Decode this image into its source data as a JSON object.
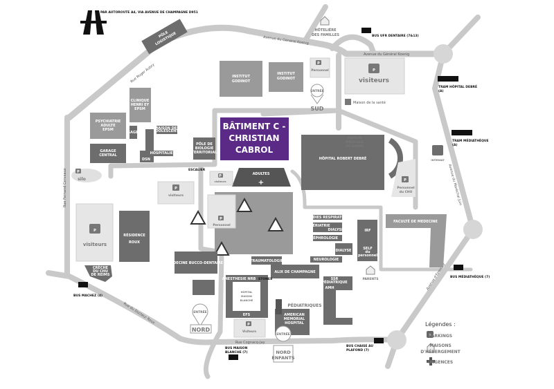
{
  "header": {
    "access_note": "PAR AUTOROUTE A4, VIA AVENUE DE CHAMPAGNE D951"
  },
  "streets": {
    "koenig_1": "Avenue du Général Koenig",
    "koenig_2": "Avenue du Général Koenig",
    "roger_aubry": "Rue Roger Aubry",
    "fernand": "Rue Fernand Cerveaux",
    "docteur_roux": "Rue du Docteur Roux",
    "cognacq": "Rue Cognacq-Jay",
    "marechal_juin": "Avenue du Maréchal Juin",
    "epernay": "Avenue d'Epernay"
  },
  "buildings": {
    "pole_logistique": [
      "PÔLE",
      "LOGISTIQUE"
    ],
    "godinot_1": [
      "INSTITUT",
      "GODINOT"
    ],
    "godinot_2": [
      "INSTITUT",
      "GODINOT"
    ],
    "hoteliere": [
      "HÔTELIÈRE",
      "DES FAMILLES"
    ],
    "batiment_c": [
      "BÂTIMENT C -",
      "CHRISTIAN",
      "CABROL"
    ],
    "robert_debre": "HÔPITAL ROBERT DEBRÉ",
    "maison_medicale": [
      "MAISON",
      "MÉDICALE",
      "DE GARDE"
    ],
    "maison_sante": "Maison de la santé",
    "internat": "INTERNAT",
    "psychiatrie": [
      "PSYCHIATRIE",
      "ADULTE",
      "EPSM"
    ],
    "garage": [
      "GARAGE",
      "CENTRAL"
    ],
    "clinique": [
      "CLINIQUE",
      "HENRI EY",
      "EPSM"
    ],
    "sage": "SAGE",
    "maison_ados": [
      "MAISON DES",
      "ADOLESCENTS"
    ],
    "dsn": "DSN",
    "hospitalier": "HOSPITALIER",
    "biologie": [
      "PÔLE DE",
      "BIOLOGIE",
      "TERRITORIAL"
    ],
    "escalier": "ESCALIER",
    "adultes": "ADULTES",
    "residence_roux": [
      "RÉSIDENCE",
      "ROUX"
    ],
    "creche": [
      "CRÈCHE",
      "DU CHU",
      "DE REIMS"
    ],
    "bucco": "MEDECINE BUCCO-DENTAIRE",
    "traumatologie": "TRAUMATOLOGIE",
    "alix": "ALIX DE CHAMPAGNE",
    "anesthesie": "ANESTHESIE NRB",
    "stones": "STONES",
    "maison_blanche": [
      "HÔPITAL",
      "MAISON",
      "BLANCHE"
    ],
    "efs": "EFS",
    "pediatriques": "PÉDIATRIQUES",
    "american": [
      "AMERICAN",
      "MEMORIAL",
      "HOSPITAL"
    ],
    "maladies_resp": "MALADIES RESPIRATOIRES",
    "geriatrie": [
      "GÉRIATRIE",
      "DIALYSE"
    ],
    "nephrologie": "NÉPHROLOGIE",
    "dialyse": "DIALYSE",
    "neurologie": "NEUROLOGIE",
    "ssr": [
      "SSR",
      "PÉDIATRIQUE"
    ],
    "amh": "AMH",
    "irf": "IRF",
    "self": [
      "SELF",
      "du",
      "personnel"
    ],
    "parents": "PARENTS",
    "faculte": "FACULTÉ DE MEDECINE"
  },
  "parkings": {
    "personnel_nord": "Personnel",
    "visiteurs_koenig": "visiteurs",
    "silo": "silo",
    "visiteurs_centre": "visiteurs",
    "visiteurs_adultes": "visiteurs",
    "personnel_centre": "Personnel",
    "visiteurs_roux": "visiteurs",
    "visiteurs_nord": "Visiteurs",
    "personnel_chu": [
      "Personnel",
      "du CHU"
    ],
    "p": "P"
  },
  "entrances": {
    "sud": {
      "top": "ENTRÉE",
      "bottom": "SUD"
    },
    "nord": {
      "top": "ENTRÉE",
      "bottom": "NORD"
    },
    "nord_enfants": {
      "top": "ENTRÉE",
      "bottom": [
        "NORD",
        "ENFANTS"
      ]
    }
  },
  "transit": {
    "bus_urr": "BUS UFR DENTAIRE (7&13)",
    "tram_debre": [
      "TRAM HÔPITAL DEBRÉ",
      "(A)"
    ],
    "tram_mediatheque": [
      "TRAM MÉDIATHÈQUE",
      "(A)"
    ],
    "bus_machez": "BUS MACHEZ (4)",
    "bus_mediatheque": "BUS MÉDIATHÈQUE (7)",
    "bus_maison_blanche": [
      "BUS MAISON",
      "BLANCHE (7)"
    ],
    "bus_chaise": [
      "BUS CHAISE AU",
      "PLAFOND (7)"
    ]
  },
  "legend": {
    "title": "Légendes :",
    "parkings": "PARKINGS",
    "maisons": [
      "MAISONS",
      "D'HÉBERGEMENT"
    ],
    "urgences": "URGENCES"
  },
  "colors": {
    "highlight": "#5b2a86",
    "building": "#6d6d6d",
    "road": "#c9c9c9"
  }
}
